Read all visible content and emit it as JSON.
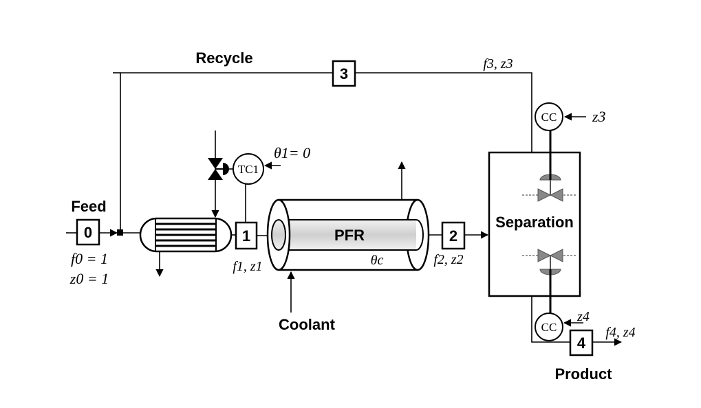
{
  "labels": {
    "recycle": "Recycle",
    "feed": "Feed",
    "coolant": "Coolant",
    "product": "Product",
    "pfr": "PFR",
    "separation": "Separation"
  },
  "streams": [
    {
      "id": "0",
      "label": "0"
    },
    {
      "id": "1",
      "label": "1"
    },
    {
      "id": "2",
      "label": "2"
    },
    {
      "id": "3",
      "label": "3"
    },
    {
      "id": "4",
      "label": "4"
    }
  ],
  "controllers": {
    "tc1": "TC1",
    "cc_top": "CC",
    "cc_bottom": "CC"
  },
  "variables": {
    "f0_eq": "f0 = 1",
    "z0_eq": "z0 = 1",
    "f1_z1": "f1, z1",
    "f2_z2": "f2, z2",
    "f3_z3": "f3, z3",
    "f4_z4": "f4, z4",
    "z3": "z3",
    "z4": "z4",
    "theta1": "θ1= 0",
    "theta_c": "θc"
  }
}
